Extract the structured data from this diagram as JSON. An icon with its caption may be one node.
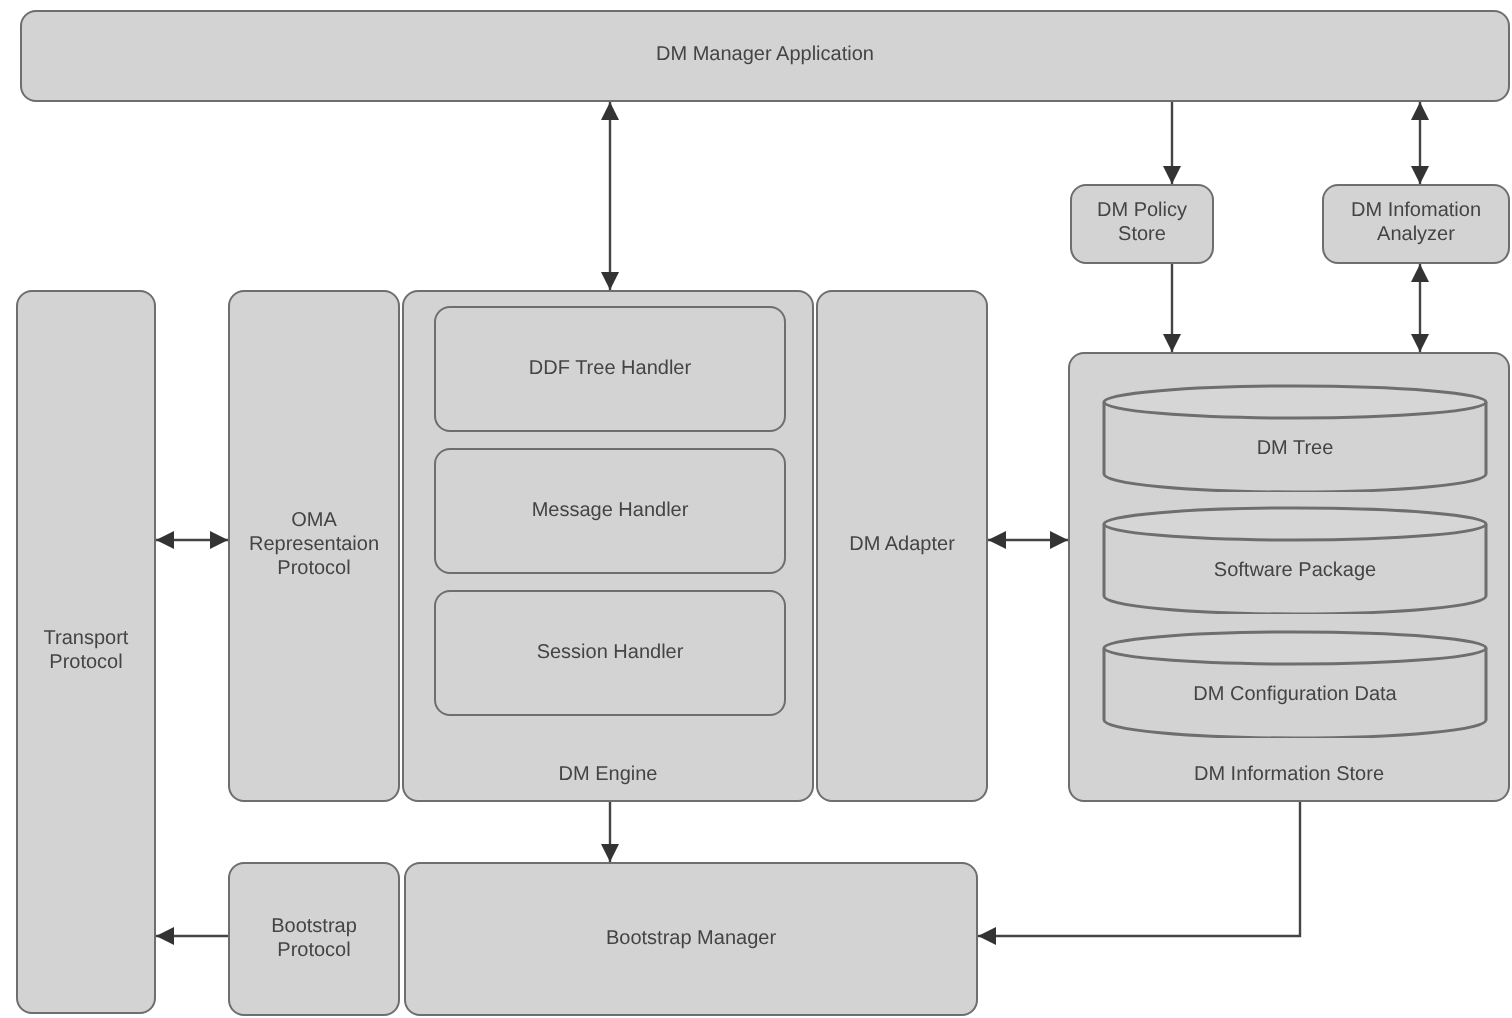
{
  "diagram": {
    "nodes": [
      {
        "text": [
          "DM Manager Application"
        ]
      },
      {
        "text": [
          "DM Policy Store"
        ]
      },
      {
        "text": [
          "DM Infomation Analyzer"
        ]
      },
      {
        "text": [
          "Transport Protocol"
        ]
      },
      {
        "text": [
          "OMA Representaion Protocol"
        ]
      },
      {
        "text": [
          "DM Engine"
        ]
      },
      {
        "text": [
          "DDF Tree Handler"
        ],
        "in": 5
      },
      {
        "text": [
          "Message Handler"
        ],
        "in": 5
      },
      {
        "text": [
          "Session Handler"
        ],
        "in": 5
      },
      {
        "text": [
          "DM Adapter"
        ]
      },
      {
        "text": [
          "DM Information Store"
        ]
      },
      {
        "text": [
          "DM Tree"
        ],
        "in": 10
      },
      {
        "text": [
          "Software Package"
        ],
        "in": 10
      },
      {
        "text": [
          "DM Configuration Data"
        ],
        "in": 10
      },
      {
        "text": [
          "Bootstrap Protocol"
        ]
      },
      {
        "text": [
          "Bootstrap Manager"
        ]
      }
    ],
    "edges": [
      {
        "from": 0,
        "to": 5,
        "arrow": "both"
      },
      {
        "from": 0,
        "to": 1,
        "arrow": "to"
      },
      {
        "from": 0,
        "to": 2,
        "arrow": "both"
      },
      {
        "from": 1,
        "to": 10,
        "arrow": "to"
      },
      {
        "from": 2,
        "to": 10,
        "arrow": "both"
      },
      {
        "from": 3,
        "to": 4,
        "arrow": "both"
      },
      {
        "from": 9,
        "to": 10,
        "arrow": "both"
      },
      {
        "from": 5,
        "to": 15,
        "arrow": "to"
      },
      {
        "from": 10,
        "to": 15,
        "arrow": "to"
      },
      {
        "from": 14,
        "to": 3,
        "arrow": "to"
      }
    ]
  }
}
